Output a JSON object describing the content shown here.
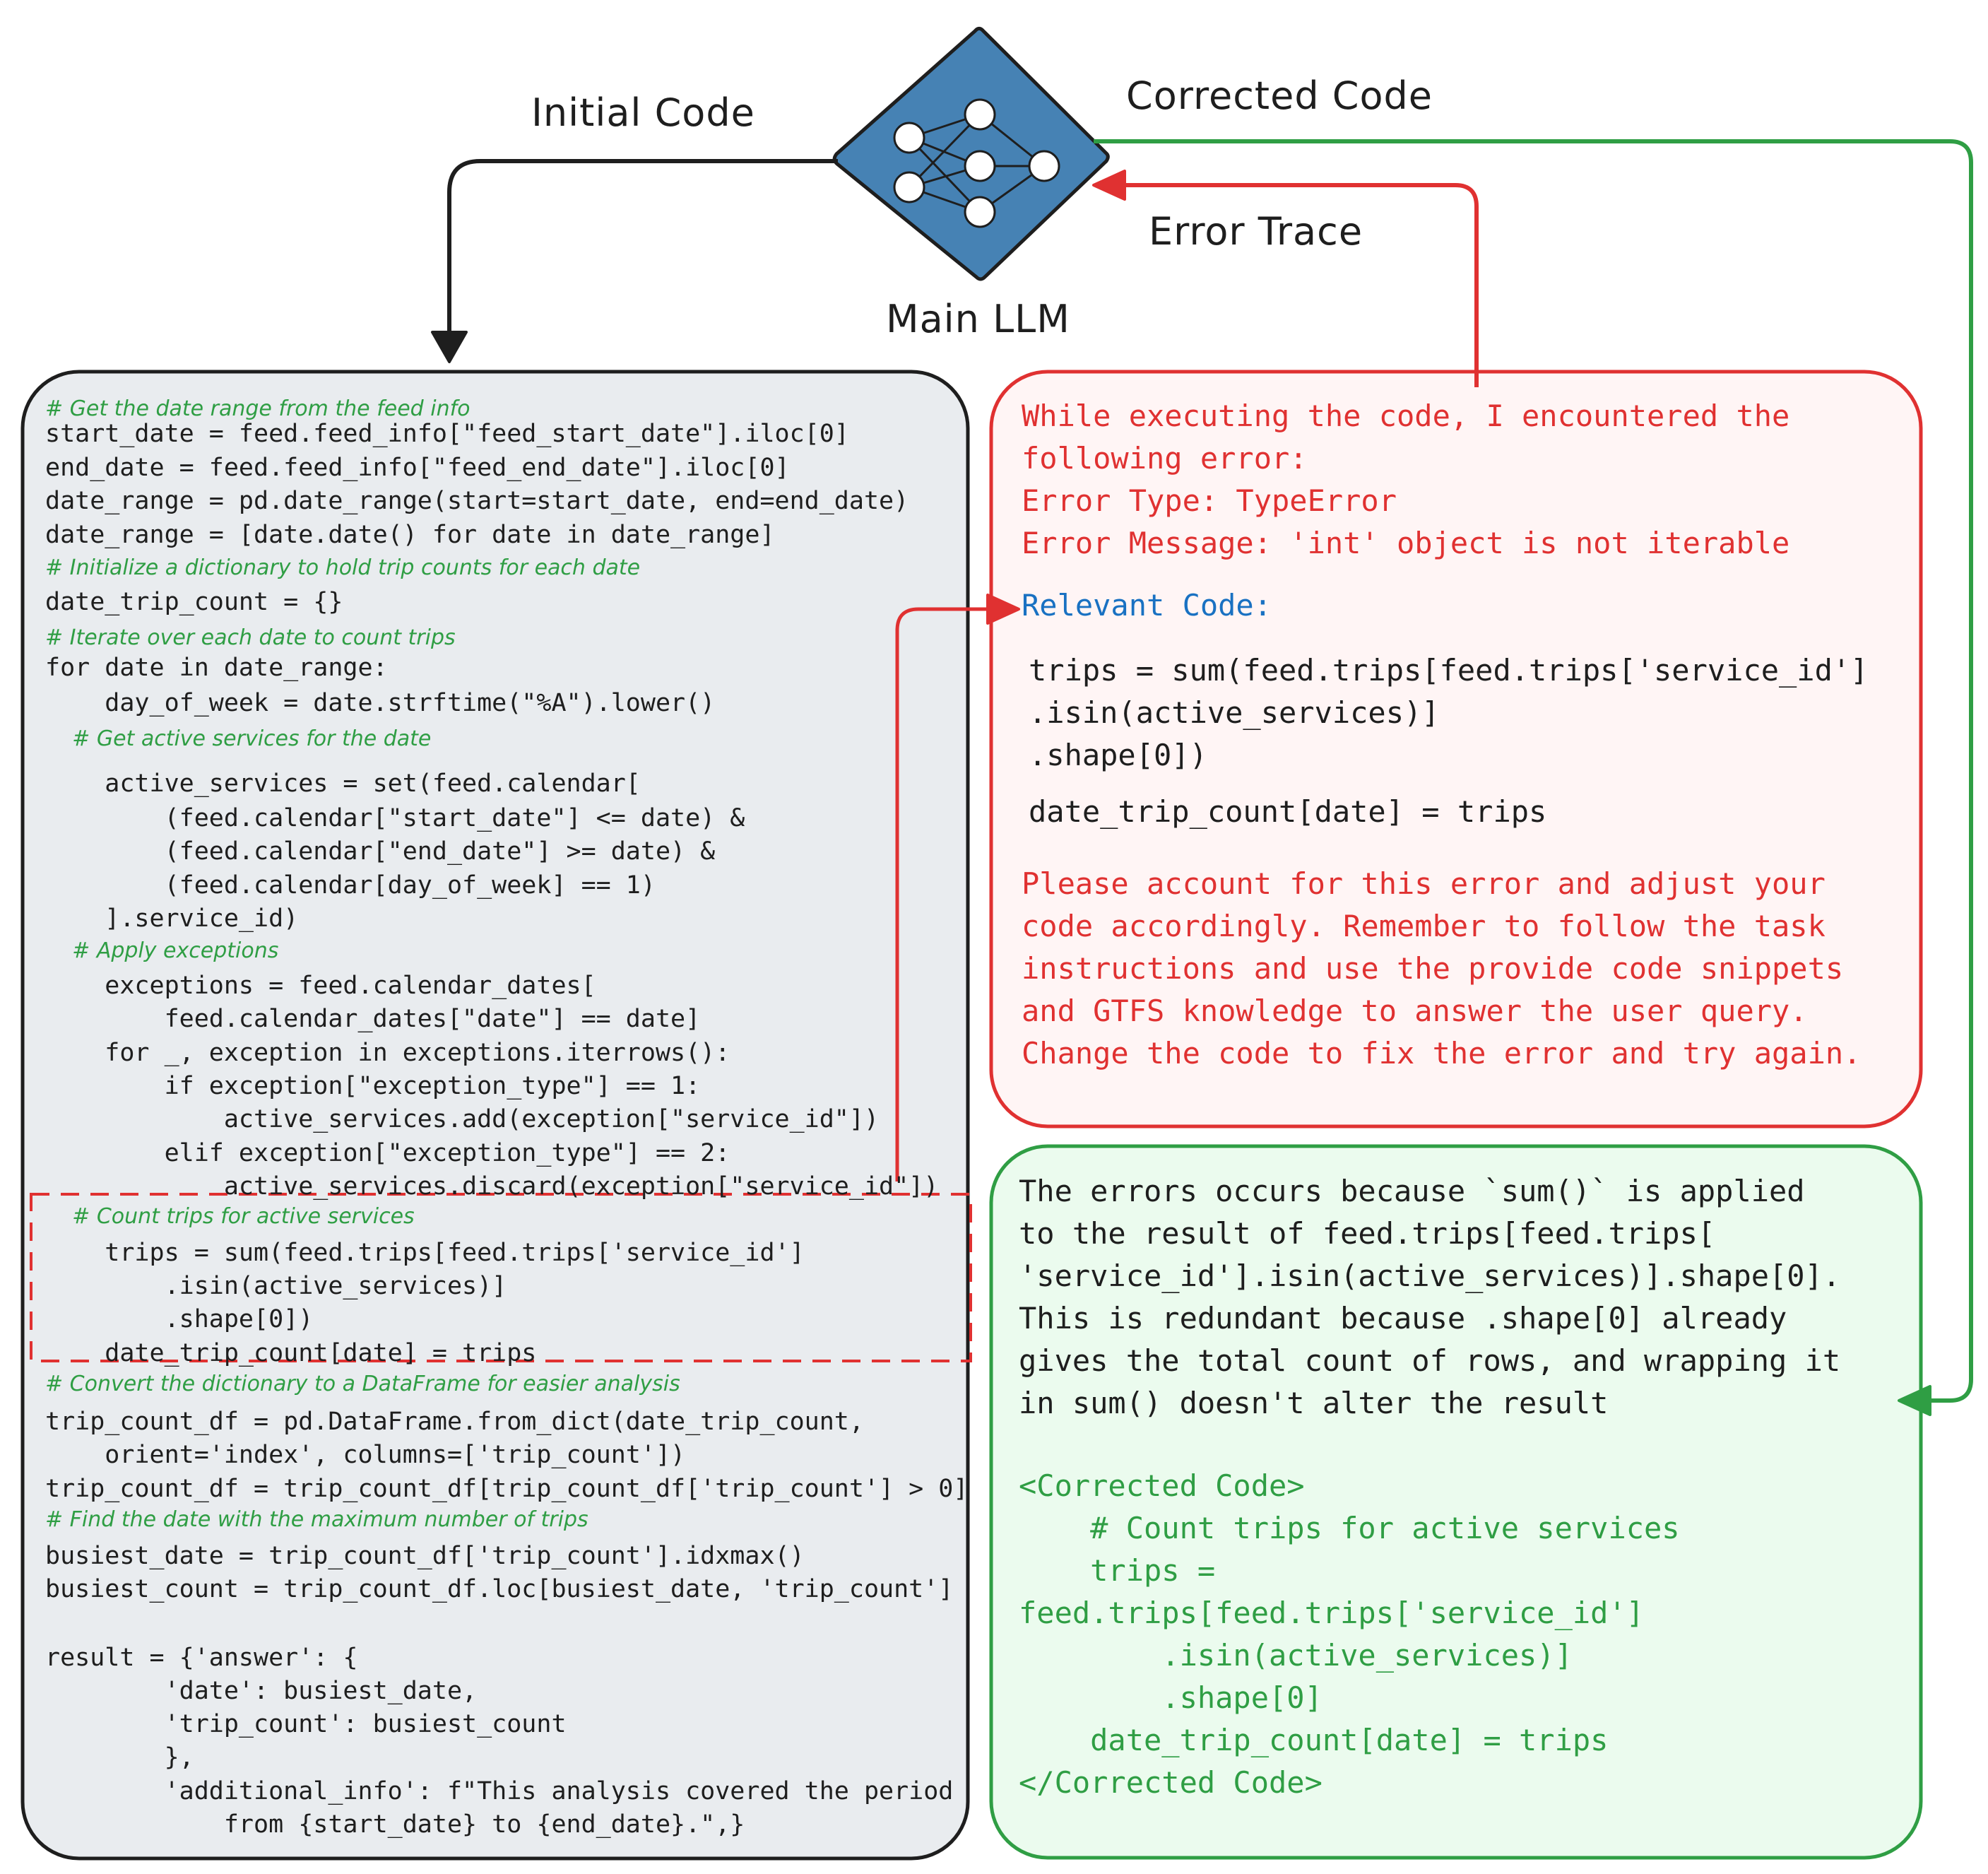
{
  "llm": {
    "label": "Main LLM",
    "initial_code_label": "Initial Code",
    "corrected_code_label": "Corrected Code",
    "error_trace_label": "Error Trace"
  },
  "code_box": {
    "lines": [
      {
        "t": "# Get the date range from the feed info",
        "k": "comment"
      },
      {
        "t": "start_date = feed.feed_info[\"feed_start_date\"].iloc[0]",
        "k": "code"
      },
      {
        "t": "end_date = feed.feed_info[\"feed_end_date\"].iloc[0]",
        "k": "code"
      },
      {
        "t": "date_range = pd.date_range(start=start_date, end=end_date)",
        "k": "code"
      },
      {
        "t": "date_range = [date.date() for date in date_range]",
        "k": "code"
      },
      {
        "t": "# Initialize a dictionary to hold trip counts for each date",
        "k": "comment"
      },
      {
        "t": "date_trip_count = {}",
        "k": "code"
      },
      {
        "t": "# Iterate over each date to count trips",
        "k": "comment"
      },
      {
        "t": "for date in date_range:",
        "k": "code"
      },
      {
        "t": "    day_of_week = date.strftime(\"%A\").lower()",
        "k": "code"
      },
      {
        "t": "    # Get active services for the date",
        "k": "comment"
      },
      {
        "t": "    active_services = set(feed.calendar[",
        "k": "code"
      },
      {
        "t": "        (feed.calendar[\"start_date\"] <= date) &",
        "k": "code"
      },
      {
        "t": "        (feed.calendar[\"end_date\"] >= date) &",
        "k": "code"
      },
      {
        "t": "        (feed.calendar[day_of_week] == 1)",
        "k": "code"
      },
      {
        "t": "    ].service_id)",
        "k": "code"
      },
      {
        "t": "    # Apply exceptions",
        "k": "comment"
      },
      {
        "t": "    exceptions = feed.calendar_dates[",
        "k": "code"
      },
      {
        "t": "        feed.calendar_dates[\"date\"] == date]",
        "k": "code"
      },
      {
        "t": "    for _, exception in exceptions.iterrows():",
        "k": "code"
      },
      {
        "t": "        if exception[\"exception_type\"] == 1:",
        "k": "code"
      },
      {
        "t": "            active_services.add(exception[\"service_id\"])",
        "k": "code"
      },
      {
        "t": "        elif exception[\"exception_type\"] == 2:",
        "k": "code"
      },
      {
        "t": "            active_services.discard(exception[\"service_id\"])",
        "k": "code"
      },
      {
        "t": "    # Count trips for active services",
        "k": "comment"
      },
      {
        "t": "    trips = sum(feed.trips[feed.trips['service_id']",
        "k": "code"
      },
      {
        "t": "        .isin(active_services)]",
        "k": "code"
      },
      {
        "t": "        .shape[0])",
        "k": "code"
      },
      {
        "t": "    date_trip_count[date] = trips",
        "k": "code"
      },
      {
        "t": "# Convert the dictionary to a DataFrame for easier analysis",
        "k": "comment"
      },
      {
        "t": "trip_count_df = pd.DataFrame.from_dict(date_trip_count,",
        "k": "code"
      },
      {
        "t": "    orient='index', columns=['trip_count'])",
        "k": "code"
      },
      {
        "t": "trip_count_df = trip_count_df[trip_count_df['trip_count'] > 0]",
        "k": "code"
      },
      {
        "t": "# Find the date with the maximum number of trips",
        "k": "comment"
      },
      {
        "t": "busiest_date = trip_count_df['trip_count'].idxmax()",
        "k": "code"
      },
      {
        "t": "busiest_count = trip_count_df.loc[busiest_date, 'trip_count']",
        "k": "code"
      },
      {
        "t": "result = {'answer': {",
        "k": "code"
      },
      {
        "t": "        'date': busiest_date,",
        "k": "code"
      },
      {
        "t": "        'trip_count': busiest_count",
        "k": "code"
      },
      {
        "t": "        },",
        "k": "code"
      },
      {
        "t": "        'additional_info': f\"This analysis covered the period",
        "k": "code"
      },
      {
        "t": "            from {start_date} to {end_date}.\",}",
        "k": "code"
      }
    ]
  },
  "error_box": {
    "intro": [
      "While executing the code, I encountered the",
      "following error:",
      "Error Type: TypeError",
      "Error Message: 'int' object is not iterable"
    ],
    "relevant_label": "Relevant Code:",
    "code": [
      "trips = sum(feed.trips[feed.trips['service_id']",
      ".isin(active_services)]",
      ".shape[0])",
      "date_trip_count[date] = trips"
    ],
    "outro": [
      "Please account for this error and adjust your",
      "code accordingly. Remember to follow the task",
      "instructions and use the provide code snippets",
      "and GTFS knowledge to answer the user query.",
      "Change the code to fix the error and try again."
    ]
  },
  "fix_box": {
    "explanation": [
      "The errors occurs because `sum()` is applied",
      "to the result of feed.trips[feed.trips[",
      "'service_id'].isin(active_services)].shape[0].",
      "This is redundant because .shape[0] already",
      "gives the total count of rows, and wrapping it",
      "in sum() doesn't alter the result"
    ],
    "code": [
      "<Corrected Code>",
      "    # Count trips for active services",
      "    trips =",
      "feed.trips[feed.trips['service_id']",
      "        .isin(active_services)]",
      "        .shape[0]",
      "    date_trip_count[date] = trips",
      "</Corrected Code>"
    ]
  },
  "colors": {
    "ink": "#1e1e1e",
    "red": "#e03131",
    "green": "#2f9e44",
    "blue": "#1971c2",
    "llm_fill": "#4682b4",
    "code_fill": "#e9ecef",
    "error_fill": "#fff5f5",
    "fix_fill": "#ebfbee"
  }
}
